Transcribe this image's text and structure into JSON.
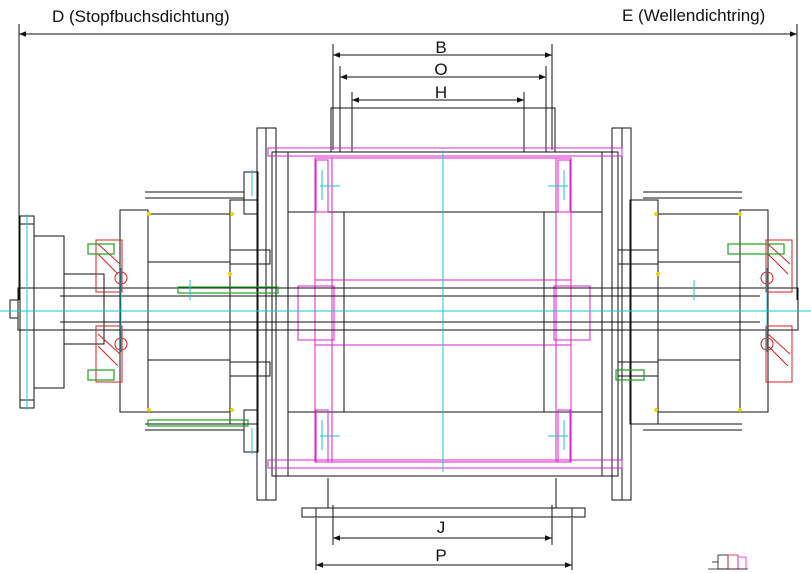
{
  "labels": {
    "d_side": "D (Stopfbuchsdichtung)",
    "e_side": "E (Wellendichtring)"
  },
  "dimensions": {
    "b": "B",
    "o": "O",
    "h": "H",
    "j": "J",
    "p": "P"
  },
  "colors": {
    "outline": "#1a1a1a",
    "housing": "#e020c8",
    "centerline": "#19c6d6",
    "seal": "#d42020",
    "green": "#1fa01f",
    "yellow": "#e6d800"
  }
}
